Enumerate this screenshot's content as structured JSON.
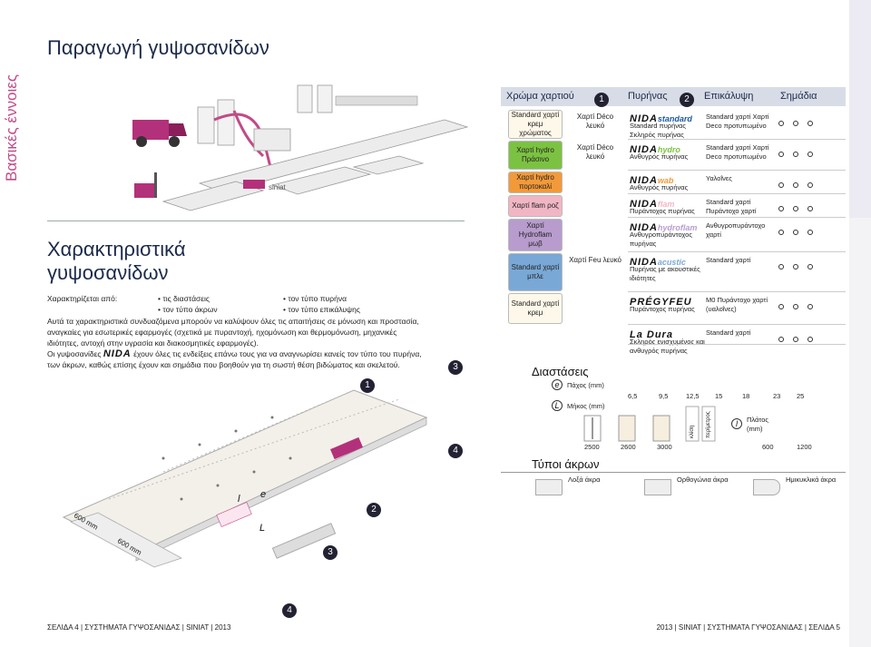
{
  "side_tab": {
    "text": "Βασικές έννοιες"
  },
  "left": {
    "title": "Παραγωγή γυψοσανίδων",
    "section_title_line1": "Χαρακτηριστικά",
    "section_title_line2": "γυψοσανίδων",
    "characterized_by": "Χαρακτηρίζεται από:",
    "bullets_col1": [
      "τις διαστάσεις",
      "τον τύπο άκρων"
    ],
    "bullets_col2": [
      "τον τύπο πυρήνα",
      "τον τύπο επικάλυψης"
    ],
    "paragraph1": "Αυτά τα χαρακτηριστικά συνδυαζόμενα μπορούν να καλύψουν όλες τις απαιτήσεις σε μόνωση και προστασία, αναγκαίες για εσωτερικές εφαρμογές (σχετικά με πυραντοχή, ηχομόνωση και θερμομόνωση, μηχανικές ιδιότητες, αντοχή στην υγρασία και διακοσμητικές εφαρμογές).",
    "paragraph2_a": "Οι γυψοσανίδες",
    "paragraph2_logo": "NIDA",
    "paragraph2_b": "έχουν όλες τις ενδείξεις επάνω τους για να αναγνωρίσει κανείς τον τύπο του πυρήνα, των άκρων, καθώς επίσης έχουν και σημάδια που βοηθούν για τη σωστή θέση βιδώματος και σκελετού.",
    "callouts": [
      "1",
      "2",
      "3",
      "4"
    ],
    "dim_600_a": "600 mm",
    "dim_600_b": "600 mm",
    "board_letters": [
      "l",
      "e",
      "L"
    ],
    "brand_mark": "siniat"
  },
  "right": {
    "headers": {
      "paper_color": "Χρώμα χαρτιού",
      "num1": "1",
      "core": "Πυρήνας",
      "num2": "2",
      "cover": "Επικάλυψη",
      "marks": "Σημάδια"
    },
    "rows": [
      {
        "paper": "Standard χαρτί κρεμ χρώματος",
        "face": "Χαρτί Déco λευκό",
        "logo": "NIDA",
        "logo_sub": "standard",
        "core": "Standard πυρήνας Σκληρός πυρήνας",
        "cover": "Standard χαρτί Χαρτί Deco προτυπωμένο",
        "bg": "#fdf8ea"
      },
      {
        "paper": "Χαρτί hydro Πράσινο",
        "face": "Χαρτί Déco λευκό",
        "logo": "NIDA",
        "logo_sub": "hydro",
        "core": "Ανθυγρός πυρήνας",
        "cover": "Standard χαρτί Χαρτί Deco προτυπωμένο",
        "bg": "#7cc242"
      },
      {
        "paper": "Χαρτί hydro πορτοκαλί",
        "face": "",
        "logo": "NIDA",
        "logo_sub": "wab",
        "core": "Ανθυγρός πυρήνας",
        "cover": "Υαλοΐνες",
        "bg": "#f29a3a"
      },
      {
        "paper": "Χαρτί flam ροζ",
        "face": "",
        "logo": "NIDA",
        "logo_sub": "flam",
        "core": "Πυράντοχος πυρήνας",
        "cover": "Standard χαρτί Πυράντοχο χαρτί",
        "bg": "#f1b6c4"
      },
      {
        "paper": "Χαρτί Hydroflam μωβ",
        "face": "",
        "logo": "NIDA",
        "logo_sub": "hydroflam",
        "core": "Ανθυγροπυράντοχος πυρήνας",
        "cover": "Ανθυγροπυράντοχο χαρτί",
        "bg": "#b79ccd"
      },
      {
        "paper": "Standard χαρτί μπλε",
        "face": "Χαρτί Feu λευκό",
        "logo": "NIDA",
        "logo_sub": "acustic",
        "core": "Πυρήνας με ακουστικές ιδιότητες",
        "cover": "Standard χαρτί",
        "bg": "#7aa8d6"
      },
      {
        "paper": "Standard χαρτί κρεμ",
        "face": "",
        "logo": "PRÉGYFEU",
        "logo_sub": "",
        "core": "Πυράντοχος πυρήνας",
        "cover": "M0 Πυράντοχο χαρτί (υαλοΐνες)",
        "bg": "#fdf8ea"
      },
      {
        "paper": "",
        "face": "",
        "logo": "La Dura",
        "logo_sub": "",
        "core": "Σκληρός ενισχυμένος και ανθυγρός πυρήνας",
        "cover": "Standard χαρτί",
        "bg": "#ffffff"
      }
    ],
    "dimensions_title": "Διαστάσεις",
    "thickness_label": "Πάχος (mm)",
    "length_label": "Μήκος (mm)",
    "thickness_values": [
      "6,5",
      "9,5",
      "12,5",
      "15",
      "18",
      "23",
      "25"
    ],
    "length_values": [
      "2500",
      "2600",
      "3000"
    ],
    "width_label": "Πλάτος (mm)",
    "width_values": [
      "600",
      "1200"
    ],
    "edge_title": "Τύποι άκρων",
    "edge_types": [
      "Λοξά άκρα",
      "Ορθογώνια άκρα",
      "Ημικυκλικά άκρα"
    ],
    "callout_3": "3",
    "callout_4": "4",
    "tilted_labels": [
      "κλίση",
      "περίμετρος"
    ],
    "icon_letters": {
      "e": "e",
      "L": "L",
      "l": "l"
    }
  },
  "footer": {
    "left": "ΣΕΛΙΔΑ 4  |  ΣΥΣΤΗΜΑΤΑ ΓΥΨΟΣΑΝΙΔΑΣ  |  SINIAT  |  2013",
    "right": "2013  |  SINIAT  |  ΣΥΣΤΗΜΑΤΑ ΓΥΨΟΣΑΝΙΔΑΣ  |  ΣΕΛΙΔΑ 5"
  },
  "colors": {
    "accent": "#c24a87",
    "title": "#1c2a4a",
    "band": "#d8dce6"
  }
}
